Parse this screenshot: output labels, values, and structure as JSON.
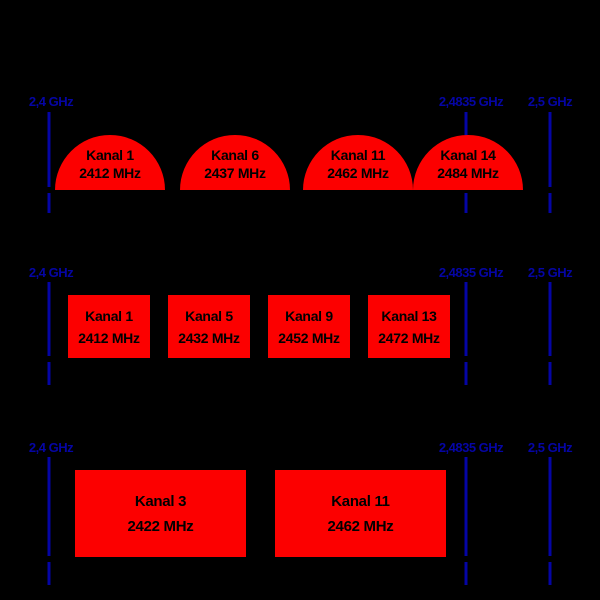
{
  "colors": {
    "background": "#000000",
    "accent_blue": "#0505A5",
    "channel_red": "#FC0000",
    "channel_text": "#000000"
  },
  "frequency_labels": [
    "2,4 GHz",
    "2,4835 GHz",
    "2,5 GHz"
  ],
  "sections": [
    {
      "channels": [
        {
          "label": "Kanal 1",
          "frequency": "2412 MHz"
        },
        {
          "label": "Kanal 6",
          "frequency": "2437 MHz"
        },
        {
          "label": "Kanal 11",
          "frequency": "2462 MHz"
        },
        {
          "label": "Kanal 14",
          "frequency": "2484 MHz"
        }
      ]
    },
    {
      "channels": [
        {
          "label": "Kanal 1",
          "frequency": "2412 MHz"
        },
        {
          "label": "Kanal 5",
          "frequency": "2432 MHz"
        },
        {
          "label": "Kanal 9",
          "frequency": "2452 MHz"
        },
        {
          "label": "Kanal 13",
          "frequency": "2472 MHz"
        }
      ]
    },
    {
      "channels": [
        {
          "label": "Kanal 3",
          "frequency": "2422 MHz"
        },
        {
          "label": "Kanal 11",
          "frequency": "2462 MHz"
        }
      ]
    }
  ]
}
